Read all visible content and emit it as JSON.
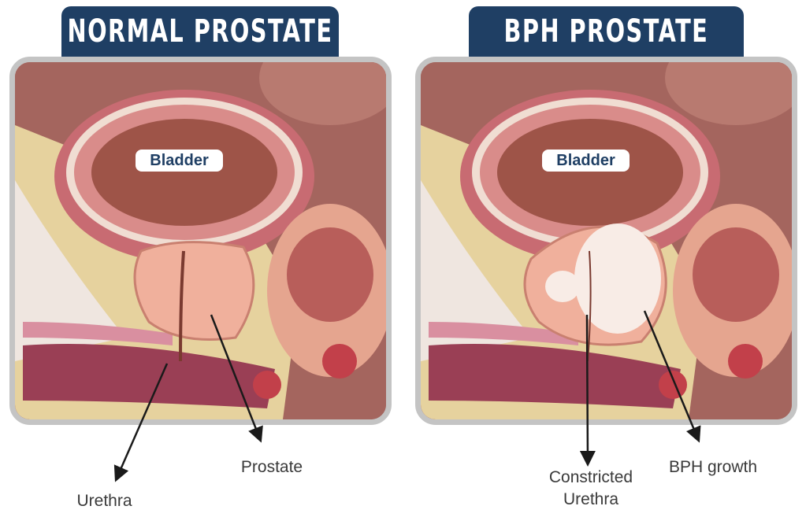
{
  "left": {
    "title": "NORMAL PROSTATE",
    "bladder_label": "Bladder",
    "prostate_label": "Prostate",
    "urethra_label": "Urethra"
  },
  "right": {
    "title": "BPH PROSTATE",
    "bladder_label": "Bladder",
    "urethra_label_line1": "Constricted",
    "urethra_label_line2": "Urethra",
    "growth_label": "BPH growth"
  },
  "colors": {
    "title_bg": "#1f3f64",
    "frame": "#c4c4c4"
  }
}
